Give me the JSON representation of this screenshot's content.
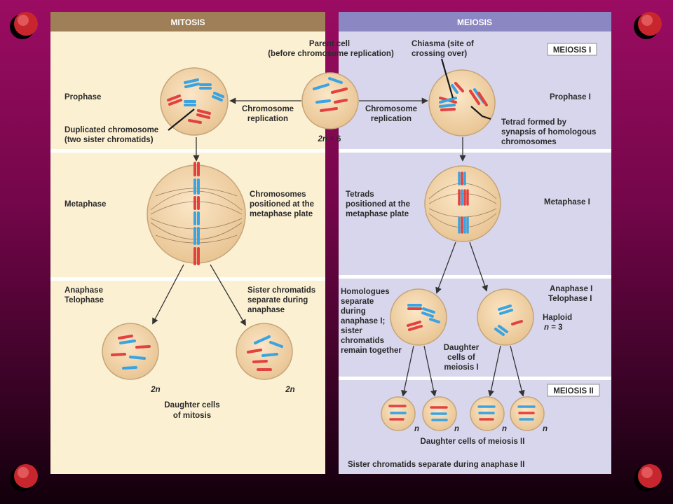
{
  "headers": {
    "mitosis": "MITOSIS",
    "meiosis": "MEIOSIS"
  },
  "boxes": {
    "meiosis1": "MEIOSIS I",
    "meiosis2": "MEIOSIS II"
  },
  "parent": {
    "line1": "Parent cell",
    "line2": "(before chromosome replication)",
    "ploidy_n": "2n",
    "ploidy_eq": " = 6"
  },
  "replication": {
    "left1": "Chromosome",
    "left2": "replication",
    "right1": "Chromosome",
    "right2": "replication"
  },
  "mitosis": {
    "prophase": "Prophase",
    "dup1": "Duplicated chromosome",
    "dup2": "(two sister chromatids)",
    "metaphase": "Metaphase",
    "meta_note1": "Chromosomes",
    "meta_note2": "positioned at the",
    "meta_note3": "metaphase plate",
    "anaphase": "Anaphase",
    "telophase": "Telophase",
    "sister1": "Sister chromatids",
    "sister2": "separate during",
    "sister3": "anaphase",
    "ploidy_left": "2n",
    "ploidy_right": "2n",
    "daughter1": "Daughter cells",
    "daughter2": "of mitosis"
  },
  "meiosis": {
    "chiasma1": "Chiasma (site of",
    "chiasma2": "crossing over)",
    "prophase1": "Prophase I",
    "tetrad1": "Tetrad formed by",
    "tetrad2": "synapsis of homologous",
    "tetrad3": "chromosomes",
    "tetrads1": "Tetrads",
    "tetrads2": "positioned at the",
    "tetrads3": "metaphase plate",
    "metaphase1": "Metaphase I",
    "anaphase1": "Anaphase I",
    "telophase1": "Telophase I",
    "haploid": "Haploid",
    "haploid_n": "n",
    "haploid_eq": " = 3",
    "homo1": "Homologues",
    "homo2": "separate",
    "homo3": "during",
    "homo4": "anaphase I;",
    "homo5": "sister",
    "homo6": "chromatids",
    "homo7": "remain together",
    "dm1_1": "Daughter",
    "dm1_2": "cells of",
    "dm1_3": "meiosis I",
    "n_labels": [
      "n",
      "n",
      "n",
      "n"
    ],
    "daughter2": "Daughter cells of meiosis II",
    "sister_sep": "Sister chromatids separate during anaphase II"
  },
  "colors": {
    "mitosis_panel": "#fcf0d3",
    "meiosis_panel": "#d8d6ec",
    "mitosis_header": "#9f7f57",
    "meiosis_header": "#8b87c3",
    "red_chromosome": "#e2413f",
    "blue_chromosome": "#3aa3e1",
    "cell_fill": "#f0d2a9",
    "background_top": "#9b0c62",
    "background_bottom": "#12000b"
  }
}
